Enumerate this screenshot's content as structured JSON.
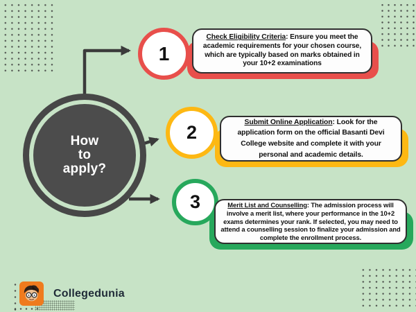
{
  "topic": {
    "title": "How\nto\napply?"
  },
  "steps": [
    {
      "number": "1",
      "heading": "Check Eligibility Criteria",
      "colon": ": ",
      "body": "Ensure you meet the academic requirements for your chosen course, which are typically based on marks obtained in your 10+2 examinations",
      "accent_color": "#e84f4b"
    },
    {
      "number": "2",
      "heading": "Submit Online Application",
      "colon": ": ",
      "body": "Look for the application form on the official Basanti Devi College website and complete it with your personal and academic details.",
      "accent_color": "#fdb813"
    },
    {
      "number": "3",
      "heading": "Merit List and Counselling",
      "colon": ": ",
      "body": "The admission process will involve a merit list, where your performance in the 10+2 exams determines your rank. If selected, you may need to attend a counselling session to finalize your admission and complete the enrollment process.",
      "accent_color": "#27a85c"
    }
  ],
  "footer": {
    "brand": "Collegedunia"
  },
  "icons": {
    "brand_logo": "collegedunia-mascot-icon",
    "decorations": [
      "dot-grid-top-left",
      "dot-grid-top-right",
      "dot-grid-bottom-right",
      "halftone-under-brand"
    ]
  },
  "colors": {
    "background": "#c7e3c6",
    "main_circle": "#4c4c4c",
    "arrow": "#3b3b3b",
    "card_border": "#2f2f2f",
    "step1_accent": "#e84f4b",
    "step2_accent": "#fdb813",
    "step3_accent": "#27a85c",
    "logo_orange": "#ef7b1e",
    "brand_text": "#1f2a37"
  }
}
